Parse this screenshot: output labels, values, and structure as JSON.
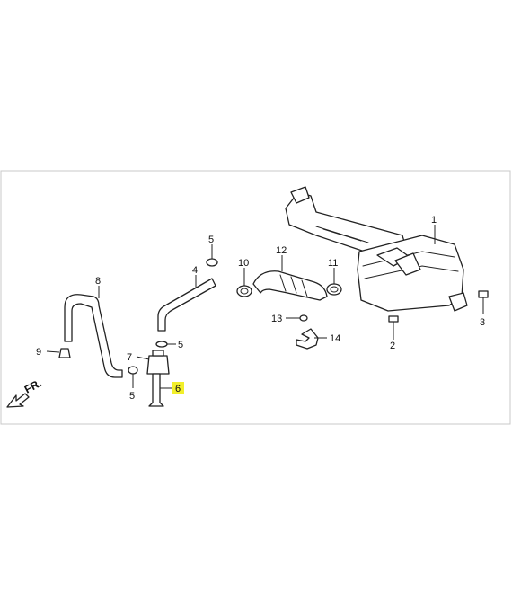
{
  "diagram": {
    "callouts": [
      "1",
      "2",
      "3",
      "4",
      "5",
      "5",
      "5",
      "6",
      "7",
      "8",
      "9",
      "10",
      "11",
      "12",
      "13",
      "14"
    ],
    "front_marker": "FR.",
    "highlight_color": "#f2ef2a"
  }
}
